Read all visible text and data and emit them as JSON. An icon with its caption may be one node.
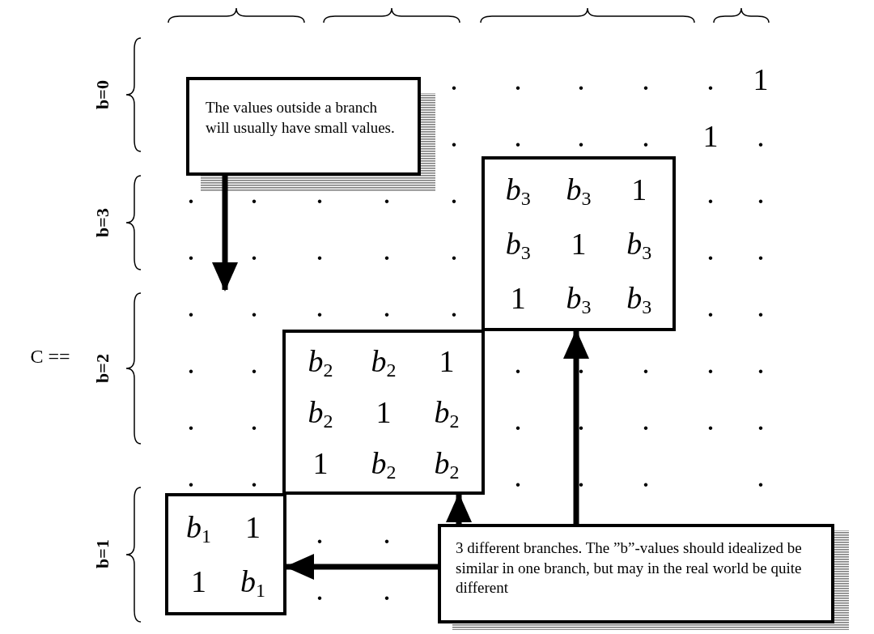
{
  "diagram": {
    "nodes": [
      {
        "text": [
          "The values outside a branch will usually have small values."
        ]
      },
      {
        "text": [
          "*b*$_{3}$",
          "*b*$_{3}$",
          "1",
          "*b*$_{3}$",
          "1",
          "*b*$_{3}$",
          "1",
          "*b*$_{3}$",
          "*b*$_{3}$"
        ]
      },
      {
        "text": [
          "*b*$_{2}$",
          "*b*$_{2}$",
          "1",
          "*b*$_{2}$",
          "1",
          "*b*$_{2}$",
          "1",
          "*b*$_{2}$",
          "*b*$_{2}$"
        ]
      },
      {
        "text": [
          "*b*$_{1}$",
          "1",
          "1",
          "*b*$_{1}$"
        ]
      },
      {
        "text": [
          "3 different branches. The ”b”-values should idealized be similar in one branch, but may in the real world be quite different"
        ]
      }
    ],
    "edges": [
      {
        "from": 0,
        "to": null,
        "arrow": "to"
      },
      {
        "from": 4,
        "to": 3,
        "arrow": "to"
      },
      {
        "from": 4,
        "to": 2,
        "arrow": "to"
      },
      {
        "from": 4,
        "to": 1,
        "arrow": "to"
      }
    ],
    "labels": [
      "C ==",
      "b=0",
      "b=3",
      "b=2",
      "b=1",
      ".",
      ".",
      ".",
      ".",
      ".",
      "1",
      ".",
      ".",
      ".",
      ".",
      "1",
      ".",
      ".",
      ".",
      ".",
      ".",
      ".",
      ".",
      ".",
      ".",
      ".",
      ".",
      ".",
      ".",
      ".",
      ".",
      ".",
      ".",
      ".",
      ".",
      ".",
      ".",
      ".",
      ".",
      ".",
      ".",
      ".",
      ".",
      ".",
      ".",
      ".",
      ".",
      ".",
      ".",
      ".",
      ".",
      ".",
      ".",
      ".",
      ".",
      ".",
      ".",
      ".",
      ".",
      ".",
      ".",
      "."
    ]
  }
}
